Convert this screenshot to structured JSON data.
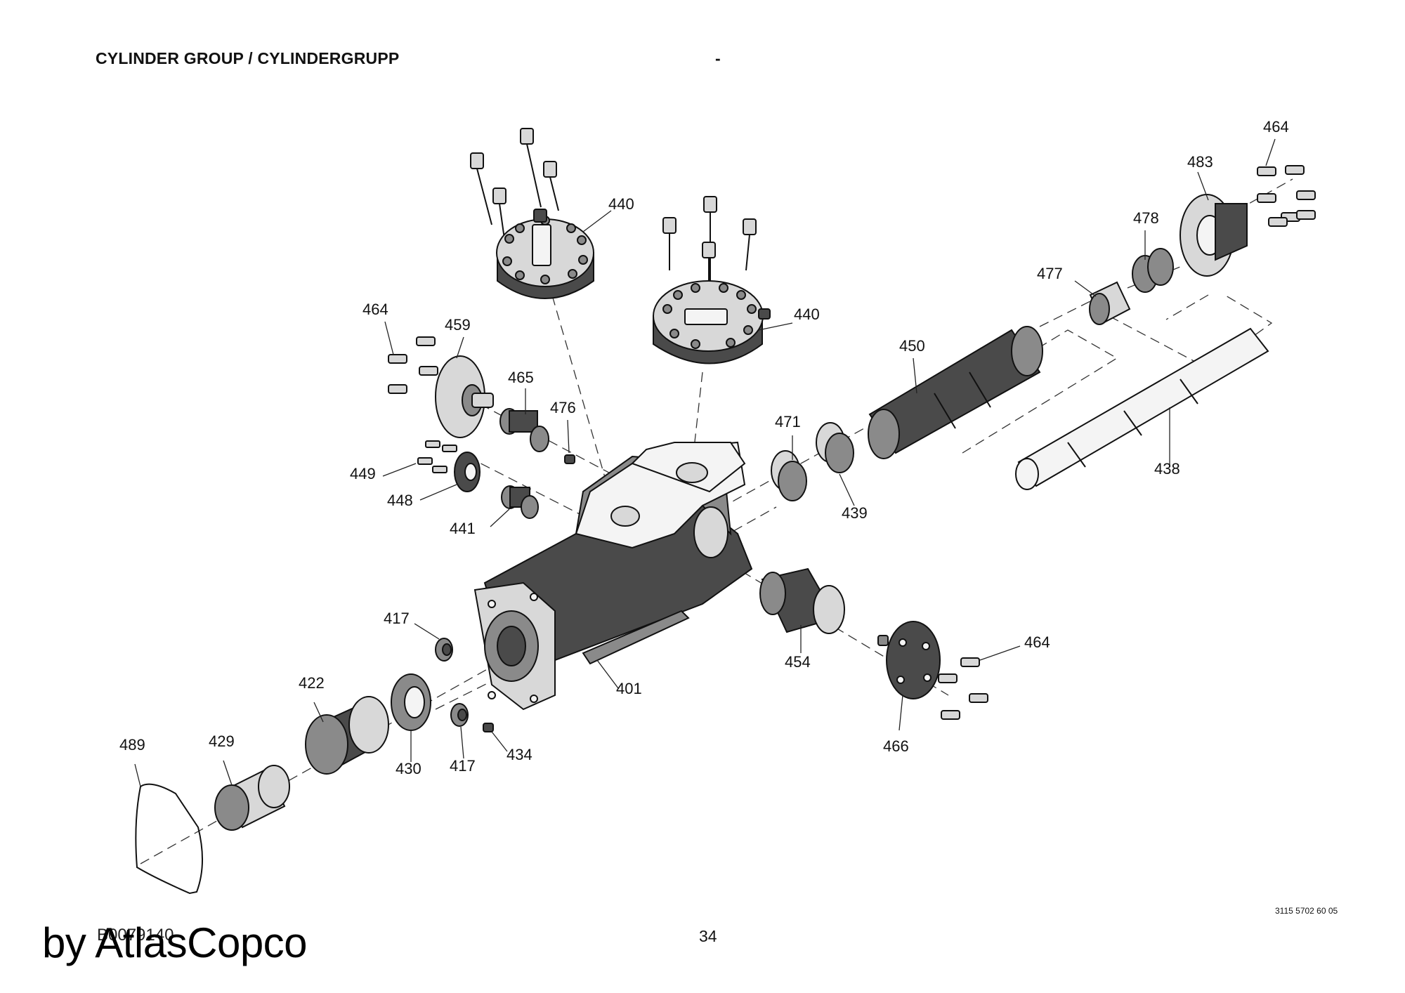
{
  "header": {
    "title": "CYLINDER GROUP / CYLINDERGRUPP",
    "dash": "-"
  },
  "footer": {
    "doc_number": "3115 5702 60 05",
    "page_number": "34",
    "figure_code": "B0079140",
    "watermark": "by AtlasCopco"
  },
  "callouts": {
    "c464_top": "464",
    "c483": "483",
    "c478": "478",
    "c477": "477",
    "c440_a": "440",
    "c440_b": "440",
    "c464_left": "464",
    "c459": "459",
    "c465": "465",
    "c476": "476",
    "c450": "450",
    "c471": "471",
    "c449": "449",
    "c448": "448",
    "c441": "441",
    "c439": "439",
    "c438": "438",
    "c417_a": "417",
    "c401": "401",
    "c454": "454",
    "c464_right": "464",
    "c422": "422",
    "c489": "489",
    "c429": "429",
    "c430": "430",
    "c417_b": "417",
    "c434": "434",
    "c466": "466"
  }
}
